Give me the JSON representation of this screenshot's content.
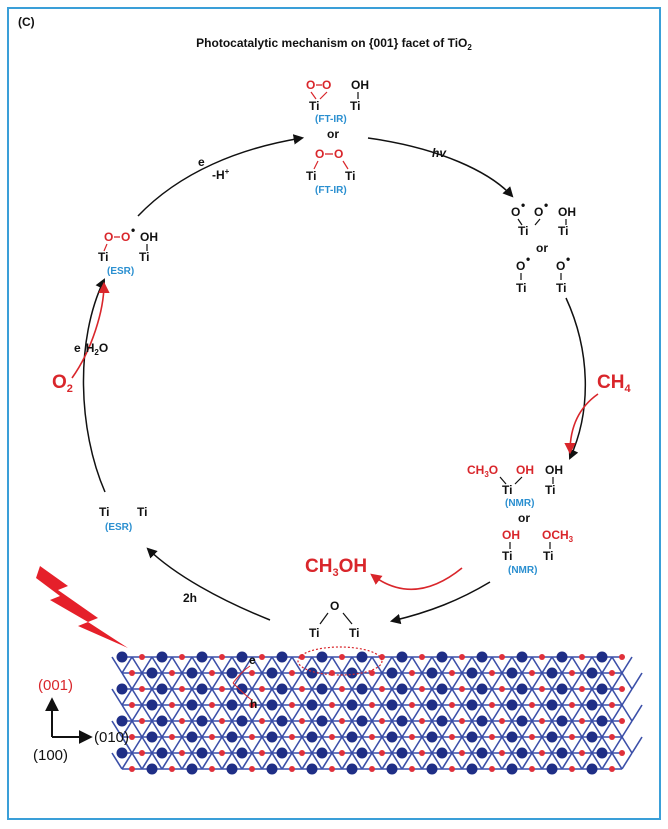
{
  "panel_label": "(C)",
  "title": "Photocatalytic mechanism on {001} facet of TiO",
  "title_sub": "2",
  "top": {
    "o1": "O",
    "o2": "O",
    "oh": "OH",
    "ti1": "Ti",
    "ti2": "Ti",
    "ftir1": "(FT-IR)",
    "or": "or",
    "o3": "O",
    "o4": "O",
    "ti3": "Ti",
    "ti4": "Ti",
    "ftir2": "(FT-IR)"
  },
  "step_top_left": {
    "e": "e",
    "h": "-H",
    "plus": "+"
  },
  "hv": "hv",
  "right_top": {
    "o1": "O",
    "o2": "O",
    "dot": "•",
    "oh": "OH",
    "ti1": "Ti",
    "ti2": "Ti",
    "or": "or",
    "o3": "O",
    "o4": "O",
    "ti3": "Ti",
    "ti4": "Ti"
  },
  "ch4": "CH",
  "ch4_sub": "4",
  "right_mid": {
    "ch3o": "CH",
    "ch3o_sub": "3",
    "ch3o_o": "O",
    "oh_red": "OH",
    "oh_blk": "OH",
    "ti1": "Ti",
    "ti2": "Ti",
    "nmr1": "(NMR)",
    "or": "or",
    "oh2": "OH",
    "och3": "OCH",
    "och3_sub": "3",
    "ti3": "Ti",
    "ti4": "Ti",
    "nmr2": "(NMR)"
  },
  "ch3oh": "CH",
  "ch3oh_sub": "3",
  "ch3oh_end": "OH",
  "bottom": {
    "o": "O",
    "ti1": "Ti",
    "ti2": "Ti"
  },
  "two_h": "2h",
  "left_bottom": {
    "ti1": "Ti",
    "ti2": "Ti",
    "esr": "(ESR)"
  },
  "o2": "O",
  "o2_sub": "2",
  "e_h2o": {
    "e": "e",
    "h": "H",
    "sub": "2",
    "o": "O"
  },
  "left_top": {
    "o1": "O",
    "o2": "O",
    "oh": "OH",
    "ti1": "Ti",
    "ti2": "Ti",
    "esr": "(ESR)"
  },
  "surface": {
    "e": "e",
    "h": "h"
  },
  "axes": {
    "z": "(001)",
    "x": "(010)",
    "y": "(100)"
  }
}
